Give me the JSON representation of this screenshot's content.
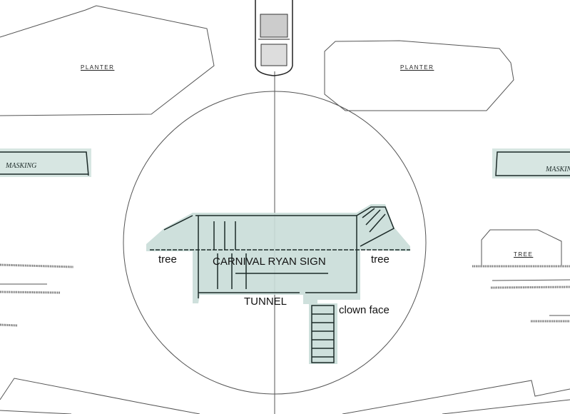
{
  "labels": {
    "planter_left": "PLANTER",
    "planter_right": "PLANTER",
    "tree_right_block": "TREE",
    "tree_left": "tree",
    "tree_right": "tree",
    "sign": "CARNIVAL RYAN SIGN",
    "tunnel": "TUNNEL",
    "clown_face": "clown face"
  },
  "handwritten": {
    "masking_left": "MASKING",
    "masking_right": "MASKING"
  },
  "colors": {
    "line": "#444444",
    "overlay": "#c9ddd8",
    "sketch": "#1c2a28"
  }
}
